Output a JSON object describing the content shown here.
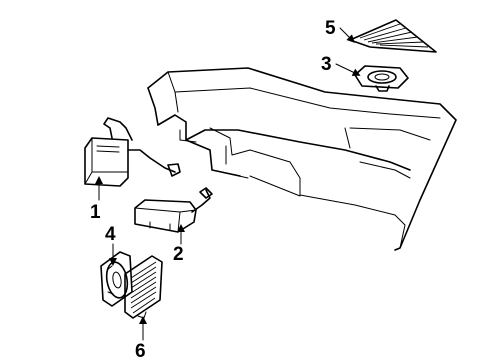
{
  "callouts": [
    {
      "id": "callout-1",
      "label": "1"
    },
    {
      "id": "callout-2",
      "label": "2"
    },
    {
      "id": "callout-3",
      "label": "3"
    },
    {
      "id": "callout-4",
      "label": "4"
    },
    {
      "id": "callout-5",
      "label": "5"
    },
    {
      "id": "callout-6",
      "label": "6"
    }
  ],
  "colors": {
    "line": "#000000",
    "background": "#ffffff"
  }
}
